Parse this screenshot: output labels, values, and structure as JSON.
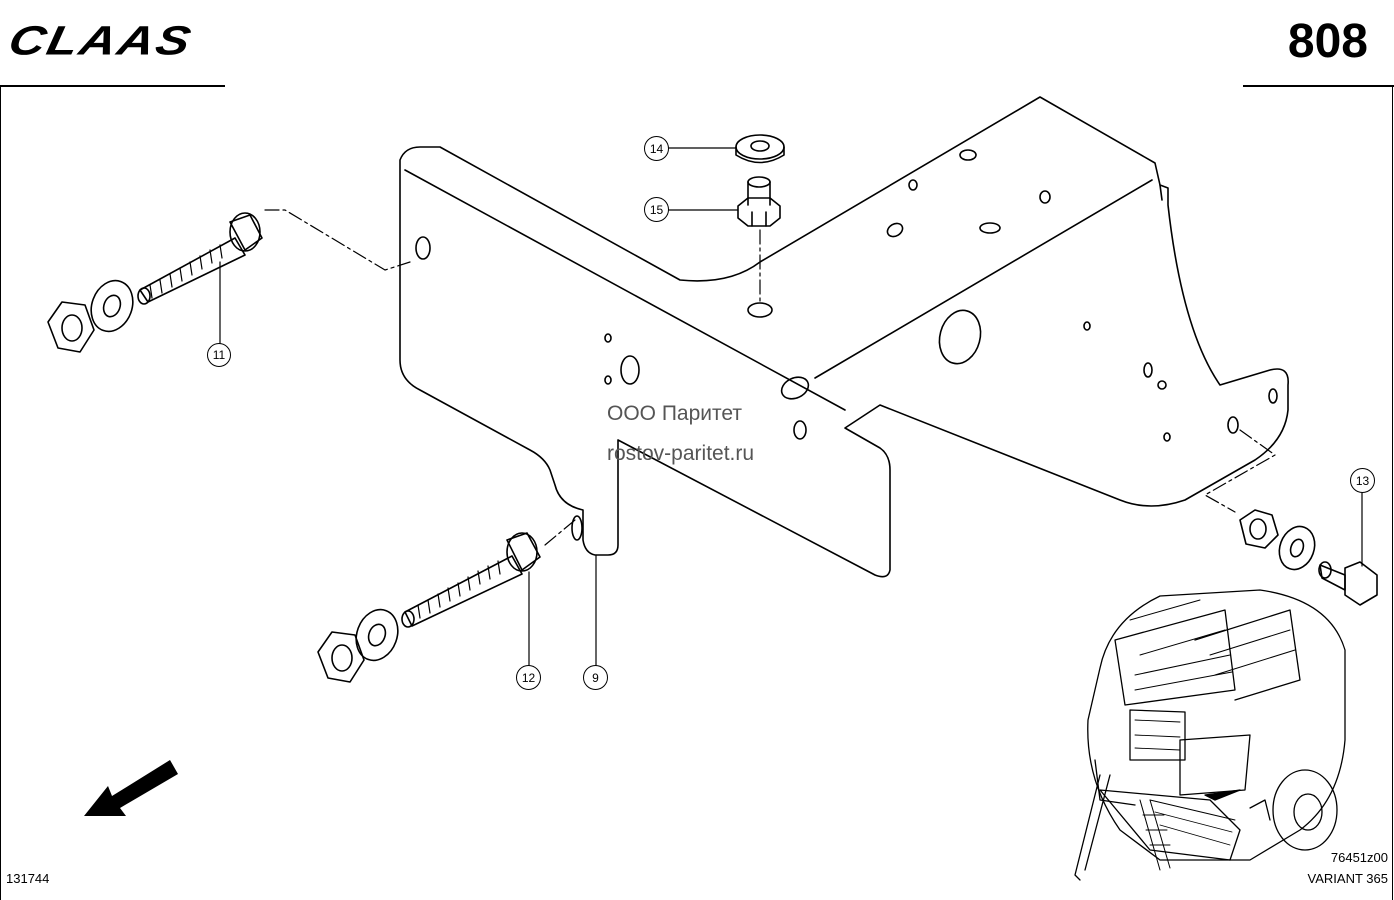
{
  "header": {
    "brand": "CLAAS",
    "page_number": "808"
  },
  "watermark": {
    "line1": "ООО Паритет",
    "line2": "rostov-paritet.ru"
  },
  "callouts": [
    {
      "id": "c11",
      "label": "11"
    },
    {
      "id": "c12",
      "label": "12"
    },
    {
      "id": "c9",
      "label": "9"
    },
    {
      "id": "c13",
      "label": "13"
    },
    {
      "id": "c14",
      "label": "14"
    },
    {
      "id": "c15",
      "label": "15"
    }
  ],
  "footer": {
    "drawing_id": "131744",
    "image_code": "76451z00",
    "model": "VARIANT 365"
  }
}
